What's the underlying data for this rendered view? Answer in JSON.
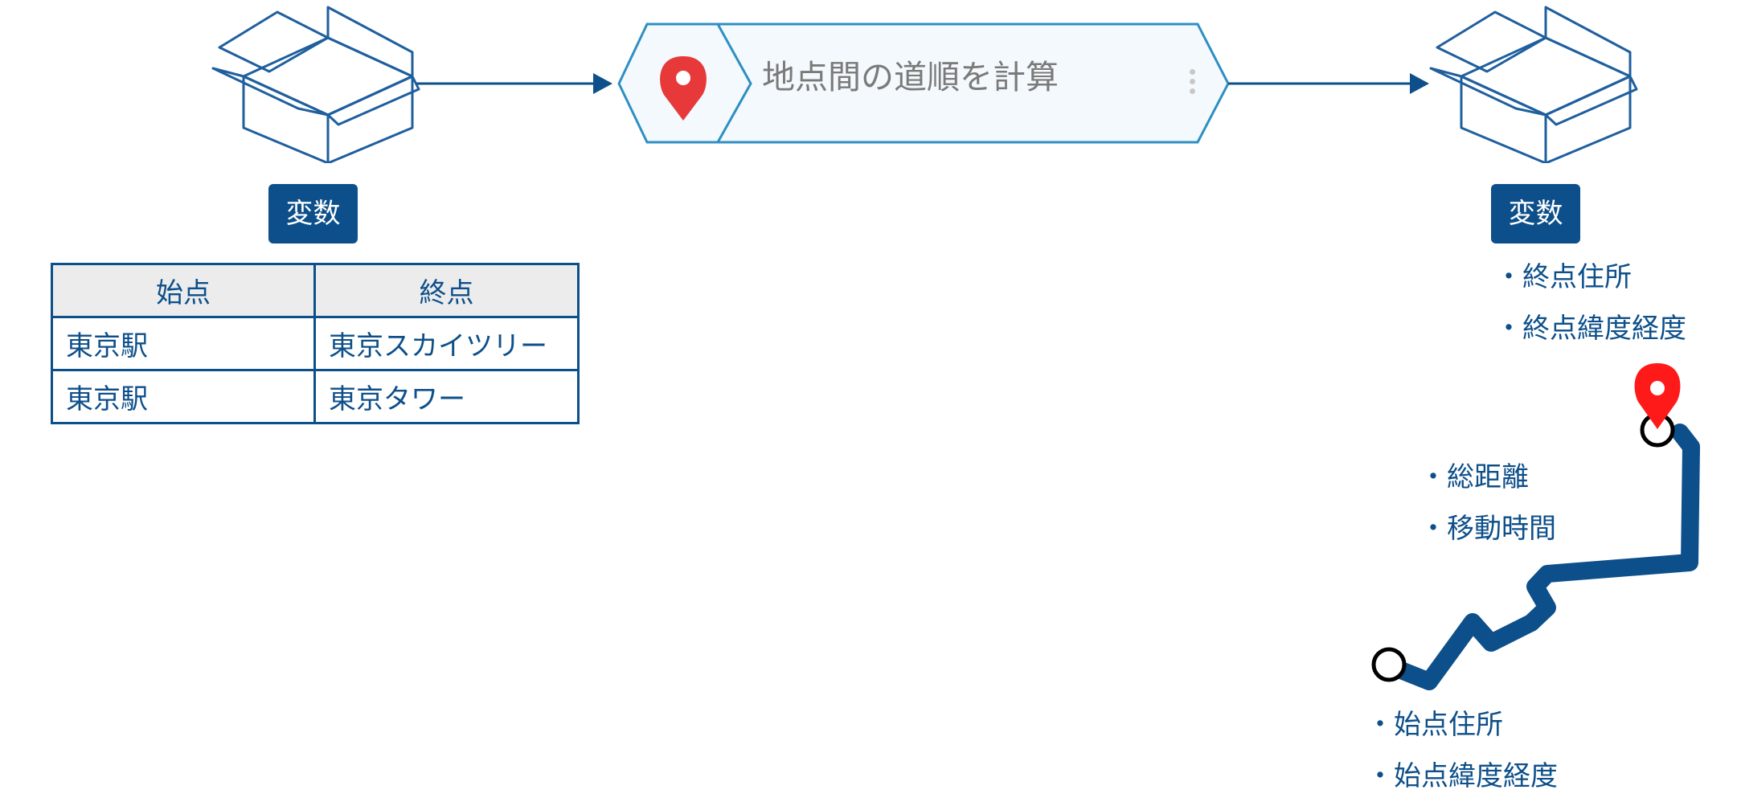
{
  "input_variable": {
    "badge": "変数",
    "table": {
      "headers": [
        "始点",
        "終点"
      ],
      "rows": [
        [
          "東京駅",
          "東京スカイツリー"
        ],
        [
          "東京駅",
          "東京タワー"
        ]
      ]
    }
  },
  "action": {
    "label": "地点間の道順を計算",
    "icon": "map-pin-icon"
  },
  "output_variable": {
    "badge": "変数",
    "end_items": [
      "終点住所",
      "終点緯度経度"
    ],
    "route_items": [
      "総距離",
      "移動時間"
    ],
    "start_items": [
      "始点住所",
      "始点緯度経度"
    ]
  },
  "colors": {
    "primary": "#0d4f8a",
    "diagram_blue": "#1f5f9e",
    "action_fill": "#f3f9fc",
    "action_border": "#2e8fc2",
    "pin_red": "#e8393a",
    "pin_red_bright": "#ff1a1a"
  }
}
